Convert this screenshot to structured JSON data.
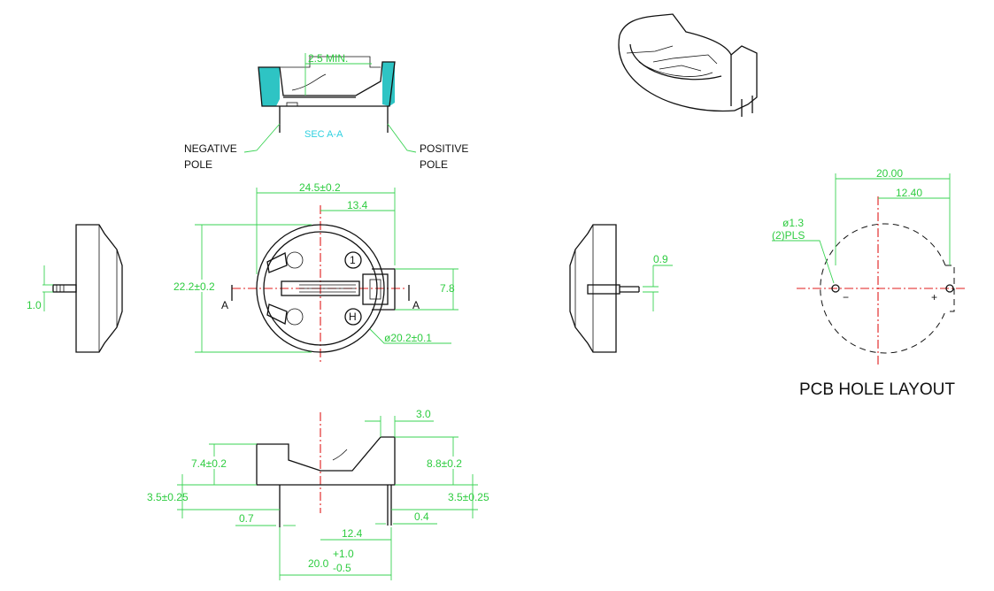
{
  "section": {
    "label": "SEC A-A",
    "dim_min": "2.5  MIN.",
    "negative_pole": [
      "NEGATIVE",
      "POLE"
    ],
    "positive_pole": [
      "POSITIVE",
      "POLE"
    ]
  },
  "top_view": {
    "width": "24.5±0.2",
    "offset": "13.4",
    "height": "22.2±0.2",
    "tab": "7.8",
    "diameter": "ø20.2±0.1",
    "mark_1": "1",
    "mark_h": "H",
    "cut_left": "A",
    "cut_right": "A"
  },
  "left_view": {
    "pin": "1.0"
  },
  "right_view": {
    "pin": "0.9"
  },
  "pcb": {
    "title": "PCB HOLE LAYOUT",
    "span": "20.00",
    "half": "12.40",
    "hole": [
      "ø1.3",
      "(2)PLS"
    ],
    "minus": "−",
    "plus": "+"
  },
  "front_view": {
    "wall": "3.0",
    "body_left": "7.4±0.2",
    "body_right": "8.8±0.2",
    "pin_left": "3.5±0.25",
    "pin_right": "3.5±0.25",
    "pin_w_left": "0.7",
    "pin_w_right": "0.4",
    "half_span": "12.4",
    "span": "20.0",
    "tol_plus": "+1.0",
    "tol_minus": "-0.5"
  }
}
